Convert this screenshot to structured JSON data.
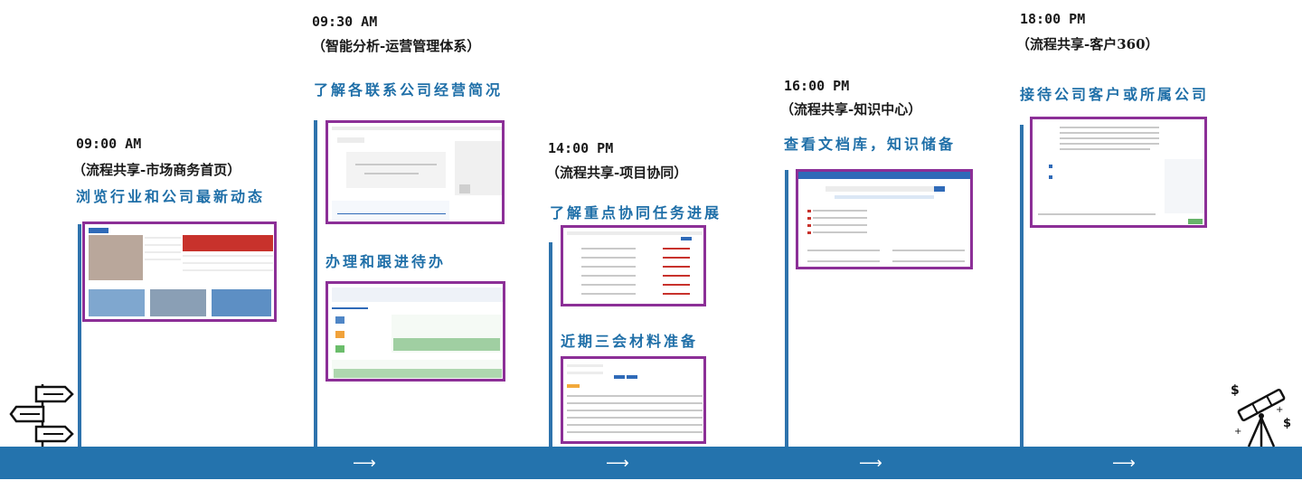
{
  "timeline": [
    {
      "id": "t1",
      "time": "09:00 AM",
      "module": "（流程共享-市场商务首页）",
      "tasks": [
        "浏览行业和公司最新动态"
      ]
    },
    {
      "id": "t2",
      "time": "09:30 AM",
      "module": "（智能分析-运营管理体系）",
      "tasks": [
        "了解各联系公司经营简况",
        "办理和跟进待办"
      ]
    },
    {
      "id": "t3",
      "time": "14:00 PM",
      "module": "（流程共享-项目协同）",
      "tasks": [
        "了解重点协同任务进展",
        "近期三会材料准备"
      ]
    },
    {
      "id": "t4",
      "time": "16:00 PM",
      "module": "（流程共享-知识中心）",
      "tasks": [
        "查看文档库，知识储备"
      ]
    },
    {
      "id": "t5",
      "time": "18:00 PM",
      "module": "（流程共享-客户360）",
      "tasks": [
        "接待公司客户或所属公司"
      ]
    }
  ],
  "arrow_glyph": "⟶",
  "icons": {
    "start": "signpost-icon",
    "end": "telescope-icon"
  },
  "colors": {
    "bar": "#2473ad",
    "frame": "#8c2f97",
    "task_text": "#1f6fa8"
  }
}
